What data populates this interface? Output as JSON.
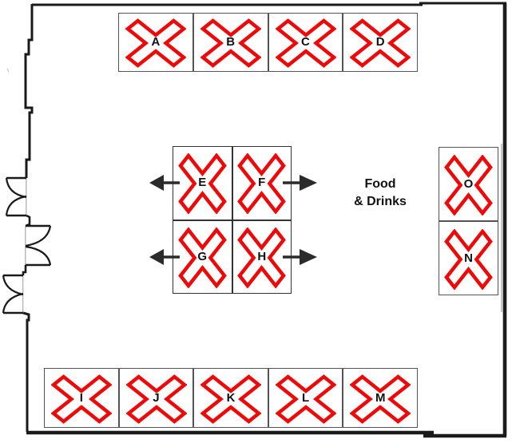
{
  "diagram": {
    "food_area_label": {
      "line1": "Food",
      "line2": "& Drinks"
    },
    "zones": {
      "top_row": {
        "tables": [
          "A",
          "B",
          "C",
          "D"
        ]
      },
      "center_grid": {
        "tables": [
          "E",
          "F",
          "G",
          "H"
        ]
      },
      "right_column": {
        "tables": [
          "O",
          "N"
        ]
      },
      "bottom_row": {
        "tables": [
          "I",
          "J",
          "K",
          "L",
          "M"
        ]
      }
    },
    "arrows": [
      {
        "at": "E",
        "direction": "left"
      },
      {
        "at": "F",
        "direction": "right"
      },
      {
        "at": "G",
        "direction": "left"
      },
      {
        "at": "H",
        "direction": "right"
      }
    ],
    "colors": {
      "x_mark": "#ee0808",
      "wall": "#1a1a1a",
      "box_border": "#545454",
      "label_text": "#111111",
      "arrow": "#2b2b2b",
      "door_gap": "#b5b5b5"
    }
  }
}
